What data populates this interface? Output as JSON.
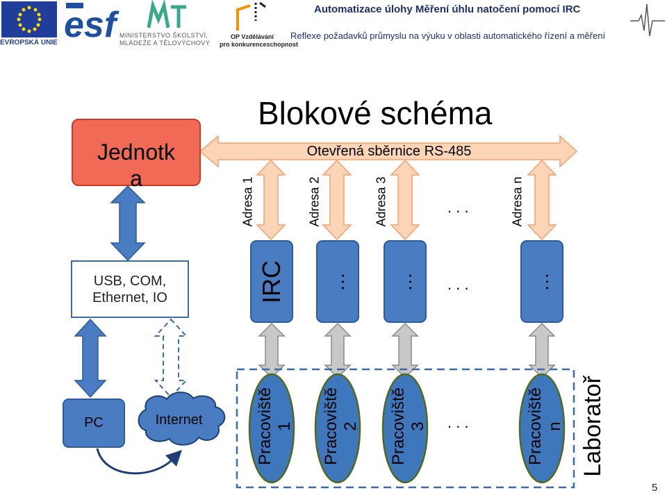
{
  "header": {
    "title": "Automatizace úlohy Měření úhlu natočení pomocí IRC",
    "subtitle": "Reflexe požadavků průmyslu na výuku v oblasti automatického řízení a měření"
  },
  "logos": {
    "eu_label": "EVROPSKÁ UNIE",
    "esf_label": "esf",
    "msmt_line1": "MINISTERSTVO ŠKOLSTVÍ,",
    "msmt_line2": "MLÁDEŽE A TĚLOVÝCHOVY",
    "op_line1": "OP Vzdělávání",
    "op_line2": "pro konkurenceschopnost"
  },
  "diagram": {
    "title": "Blokové schéma",
    "unit": "Jednotka",
    "unit_line1": "Jednotk",
    "unit_line2": "a",
    "bus_label": "Otevřená sběrnice RS-485",
    "interface_line1": "USB, COM,",
    "interface_line2": "Ethernet, IO",
    "pc": "PC",
    "internet": "Internet",
    "addresses": [
      "Adresa 1",
      "Adresa 2",
      "Adresa 3",
      "Adresa n"
    ],
    "ellipsis": ". . .",
    "modules": [
      "IRC",
      "…",
      "…",
      "…"
    ],
    "stations": [
      {
        "line1": "Pracoviště",
        "line2": "1"
      },
      {
        "line1": "Pracoviště",
        "line2": "2"
      },
      {
        "line1": "Pracoviště",
        "line2": "3"
      },
      {
        "line1": "Pracoviště",
        "line2": "n"
      }
    ],
    "lab": "Laboratoř"
  },
  "page_number": "5",
  "colors": {
    "header_blue": "#1c2f6e",
    "unit_fill": "#f06a55",
    "module_fill": "#4a7cc1",
    "station_fill": "#3f77bd",
    "station_border": "#4e6a1f",
    "bus_fill": "#fbd5b5",
    "bus_stroke": "#f5a070",
    "link_fill": "#c8c8c8"
  },
  "icons": [
    "eu-flag-icon",
    "esf-logo-icon",
    "msmt-logo-icon",
    "op-logo-icon",
    "signal-wave-icon"
  ]
}
